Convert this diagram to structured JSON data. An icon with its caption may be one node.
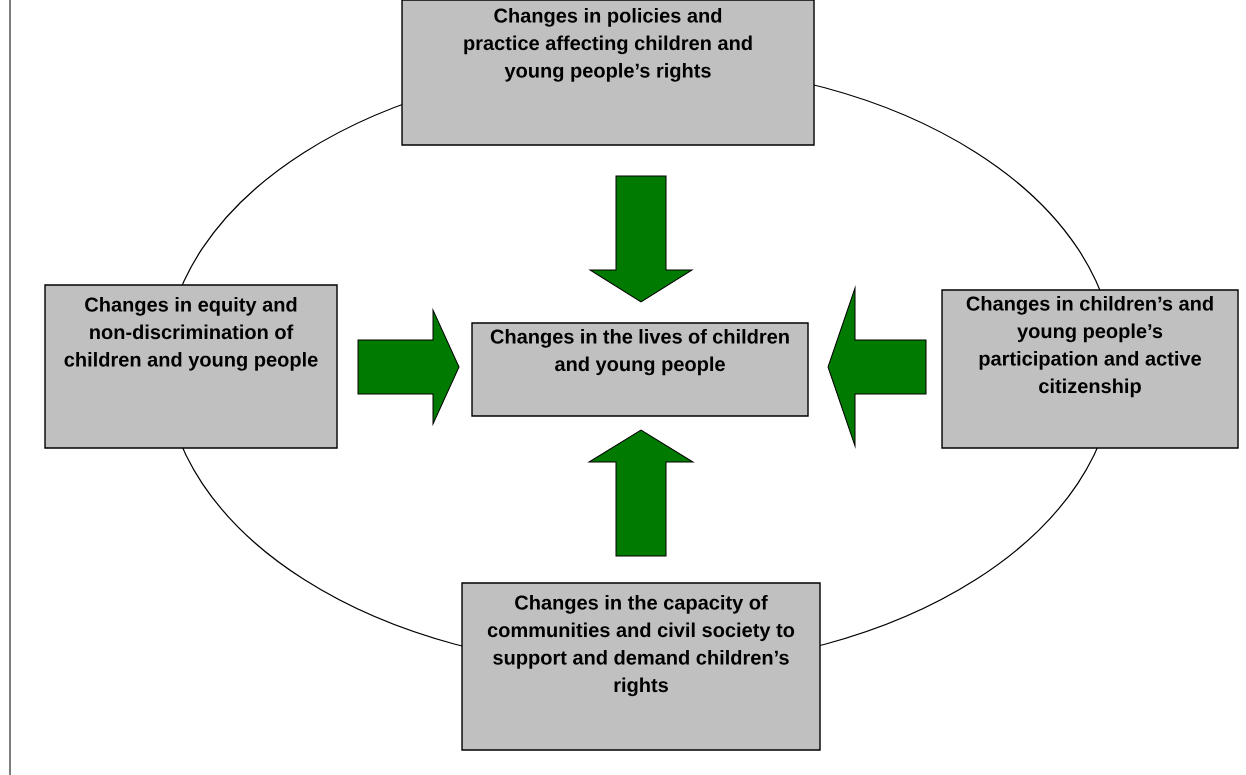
{
  "diagram": {
    "nodes": [
      {
        "text": [
          "Changes in policies and practice affecting children and young people’s rights"
        ]
      },
      {
        "text": [
          "Changes in equity and non-discrimination of children and young people"
        ]
      },
      {
        "text": [
          "Changes in the lives of children and young people"
        ]
      },
      {
        "text": [
          "Changes in children’s and young people’s participation and active citizenship"
        ]
      },
      {
        "text": [
          "Changes in the capacity of communities and civil society to support and demand children’s rights"
        ]
      }
    ],
    "edges": [
      {
        "from": 0,
        "to": 2,
        "arrow": "to"
      },
      {
        "from": 1,
        "to": 2,
        "arrow": "to"
      },
      {
        "from": 3,
        "to": 2,
        "arrow": "to"
      },
      {
        "from": 4,
        "to": 2,
        "arrow": "to"
      }
    ]
  }
}
